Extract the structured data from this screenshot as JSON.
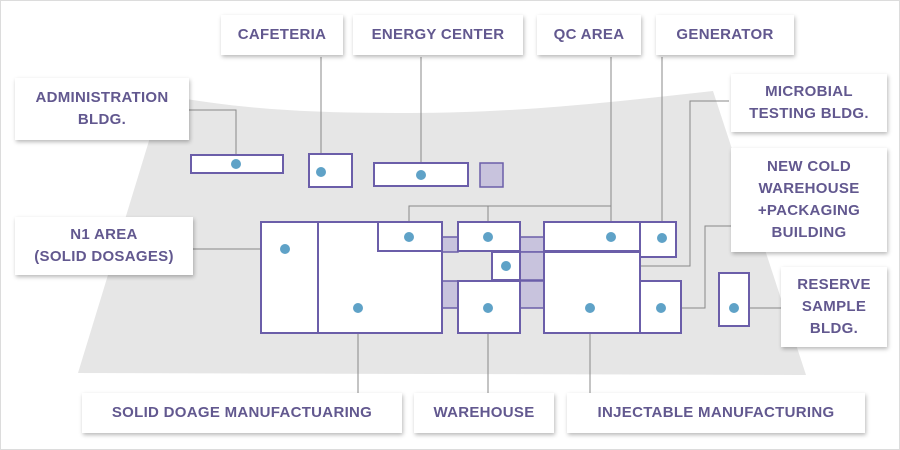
{
  "colors": {
    "outline": "#6b5ea9",
    "fill_small": "#c8c3dd",
    "dot": "#5fa2c7",
    "ground": "#e6e6e6",
    "leader": "#888888",
    "label_text": "#62588f"
  },
  "labels": {
    "cafeteria": "CAFETERIA",
    "energy_center": "ENERGY CENTER",
    "qc_area": "QC AREA",
    "generator": "GENERATOR",
    "administration": "ADMINISTRATION\nBLDG.",
    "microbial": "MICROBIAL\nTESTING BLDG.",
    "new_cold_warehouse": "NEW COLD\nWAREHOUSE\n+PACKAGING\nBUILDING",
    "n1_area": "N1 AREA\n(SOLID DOSAGES)",
    "reserve_sample": "RESERVE\nSAMPLE\nBLDG.",
    "solid_dosage": "SOLID DOAGE MANUFACTUARING",
    "warehouse": "WAREHOUSE",
    "injectable": "INJECTABLE MANUFACTURING"
  }
}
